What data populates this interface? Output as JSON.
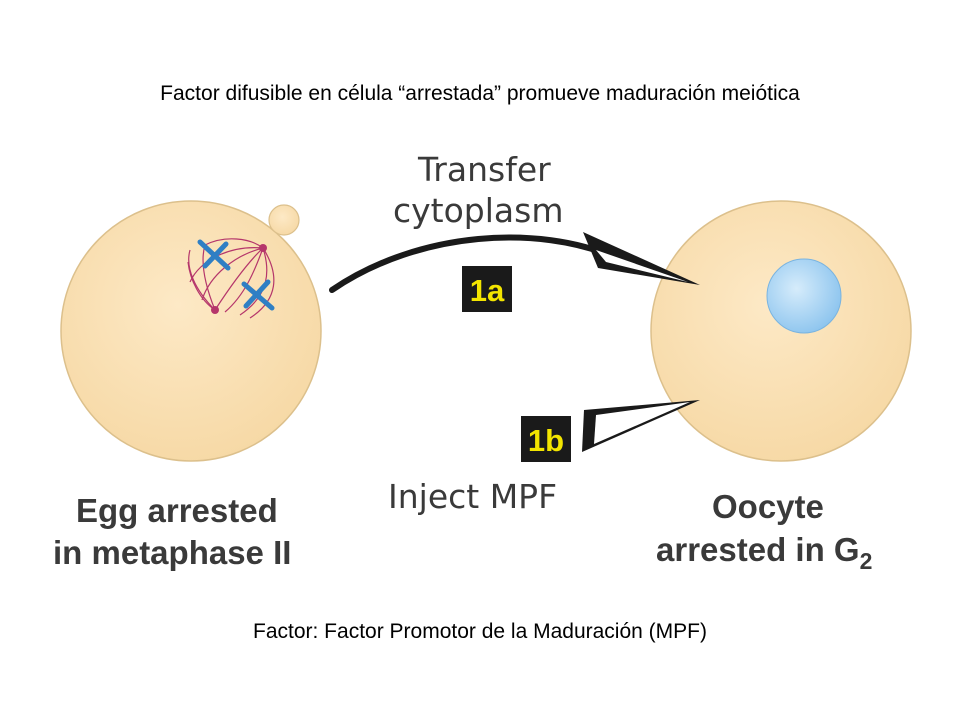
{
  "titles": {
    "top": "Factor difusible en célula “arrestada” promueve maduración meiótica",
    "bottom": "Factor: Factor Promotor de la Maduración (MPF)"
  },
  "labels": {
    "transfer_line1": "Transfer",
    "transfer_line2": "cytoplasm",
    "badge_1a": "1a",
    "badge_1b": "1b",
    "inject": "Inject MPF",
    "egg_line1": "Egg arrested",
    "egg_line2": "in metaphase II",
    "oocyte_line1": "Oocyte",
    "oocyte_line2": "arrested in G",
    "oocyte_sub": "2"
  },
  "colors": {
    "cell_fill": "#fbe1b4",
    "cell_stroke": "#d9c08e",
    "nucleus_fill": "#a9d3f2",
    "chromosome": "#2f7fc4",
    "spindle": "#b5366b",
    "arrow": "#1a1a1a",
    "badge_bg": "#f3e500"
  }
}
